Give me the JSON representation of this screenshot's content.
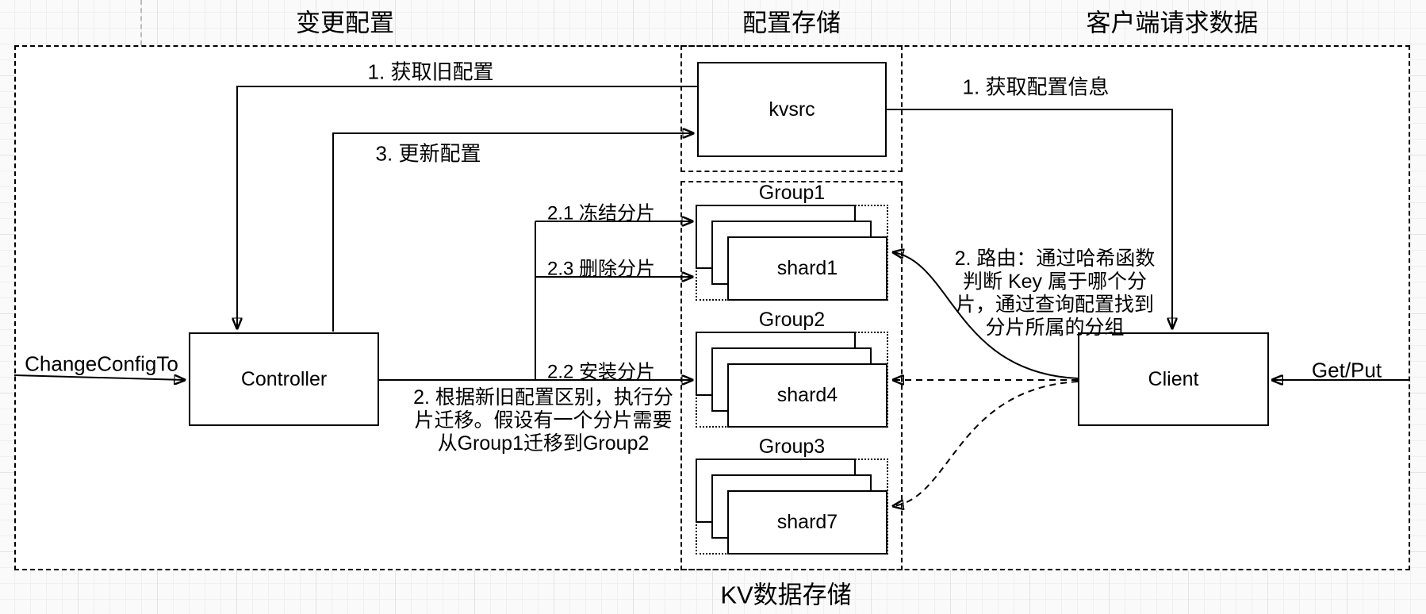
{
  "titles": {
    "change_config": "变更配置",
    "config_store": "配置存储",
    "client_request": "客户端请求数据",
    "kv_storage": "KV数据存储"
  },
  "nodes": {
    "kvsrc": "kvsrc",
    "controller": "Controller",
    "client": "Client"
  },
  "groups": [
    {
      "label": "Group1",
      "shard": "shard1"
    },
    {
      "label": "Group2",
      "shard": "shard4"
    },
    {
      "label": "Group3",
      "shard": "shard7"
    }
  ],
  "edges": {
    "get_old_config": "1. 获取旧配置",
    "update_config": "3. 更新配置",
    "get_config_info": "1. 获取配置信息",
    "change_config_to": "ChangeConfigTo",
    "get_put": "Get/Put",
    "freeze_shard": "2.1 冻结分片",
    "delete_shard": "2.3 删除分片",
    "install_shard": "2.2 安装分片"
  },
  "notes": {
    "migration": {
      "lines": [
        "2. 根据新旧配置区别，执行分",
        "片迁移。假设有一个分片需要",
        "从Group1迁移到Group2"
      ]
    },
    "routing": {
      "lines": [
        "2. 路由：通过哈希函数",
        "判断 Key 属于哪个分",
        "片，通过查询配置找到",
        "分片所属的分组"
      ]
    }
  },
  "colors": {
    "stroke": "#000000",
    "canvas": "#ffffff",
    "grid_minor": "#efefef",
    "grid_major": "#e3e3e3",
    "guide": "#bbbbbb"
  }
}
